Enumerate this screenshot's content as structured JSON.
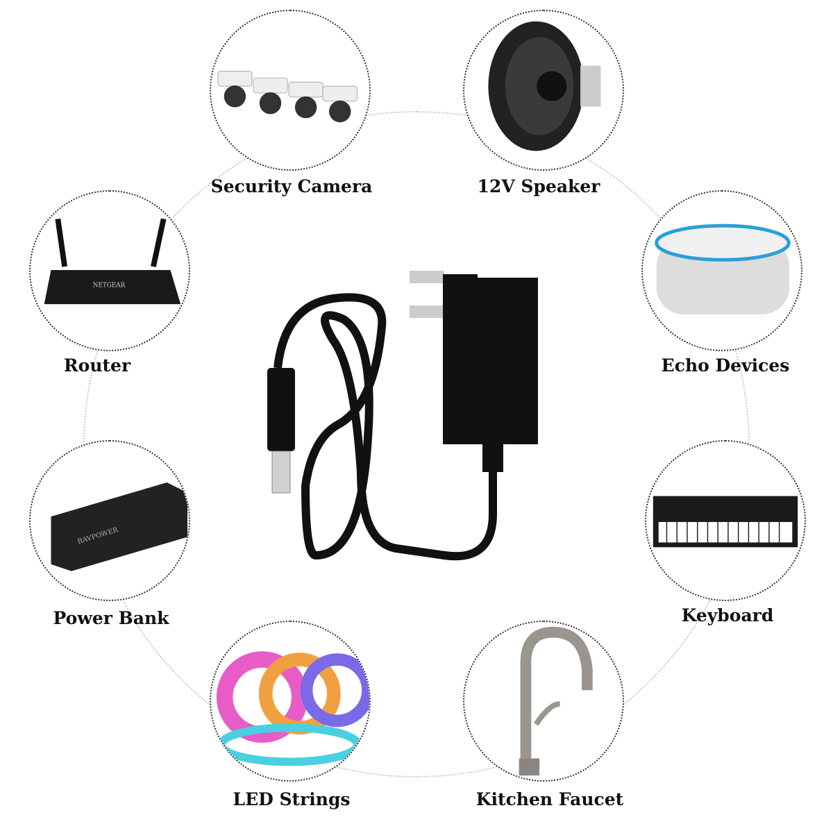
{
  "devices": [
    {
      "label": "Security Camera",
      "icon": "security-camera-icon"
    },
    {
      "label": "12V Speaker",
      "icon": "speaker-icon"
    },
    {
      "label": "Router",
      "icon": "router-icon"
    },
    {
      "label": "Echo Devices",
      "icon": "echo-device-icon"
    },
    {
      "label": "Power Bank",
      "icon": "power-bank-icon"
    },
    {
      "label": "Keyboard",
      "icon": "keyboard-icon"
    },
    {
      "label": "LED Strings",
      "icon": "led-strip-icon"
    },
    {
      "label": "Kitchen Faucet",
      "icon": "faucet-icon"
    }
  ],
  "product": {
    "icon": "power-adapter-icon"
  },
  "colors": {
    "ring": "#c8c8c8",
    "adapter": "#111111",
    "echo_ring": "#2a9fd8"
  }
}
